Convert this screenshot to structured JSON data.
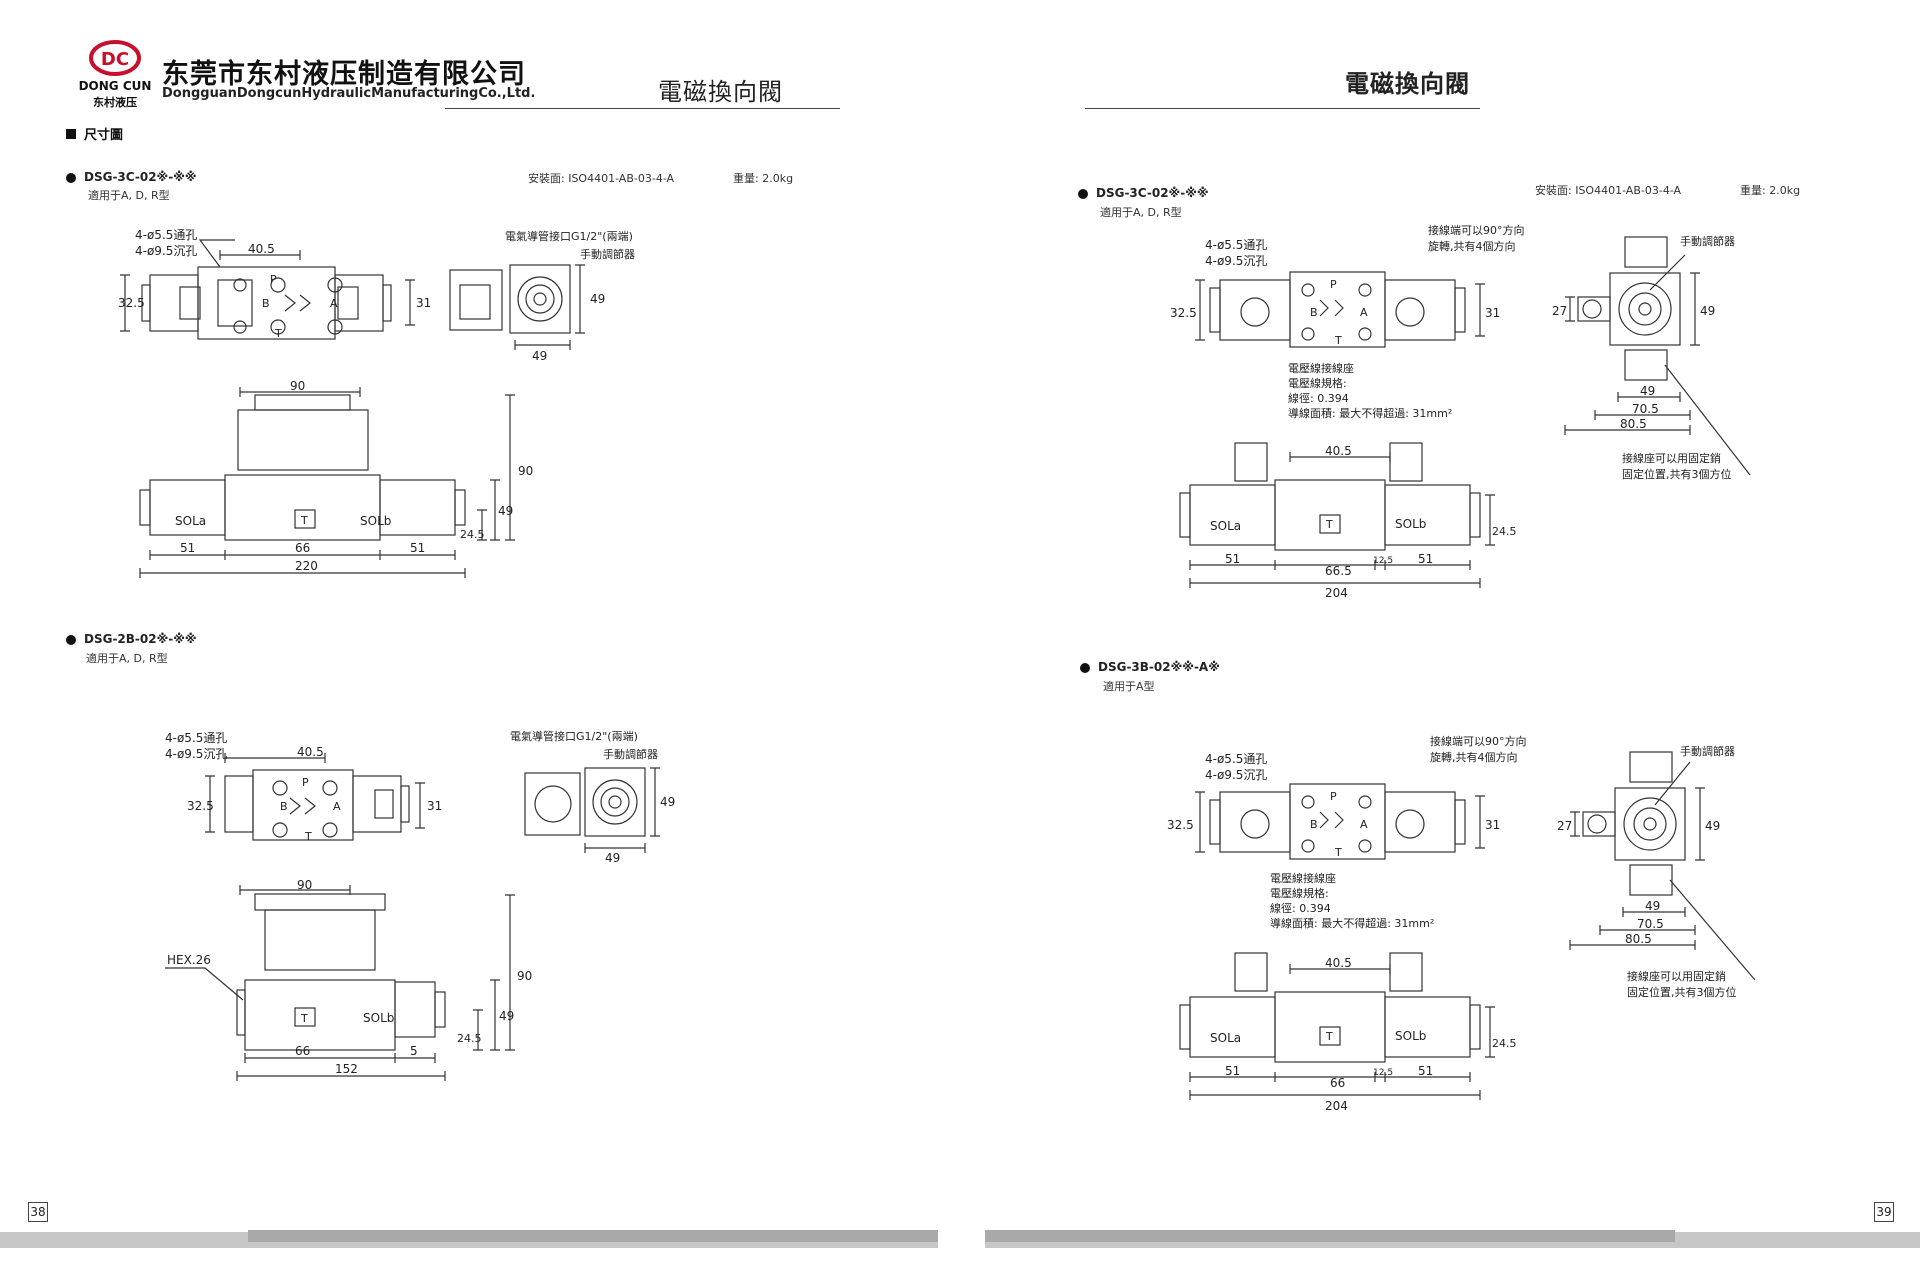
{
  "company": {
    "name_cn": "东莞市东村液压制造有限公司",
    "name_en": "DongguanDongcunHydraulicManufacturingCo.,Ltd.",
    "logo_letters": "DC",
    "logo_text": "DONG CUN",
    "logo_sub": "东村液压"
  },
  "left_page": {
    "title": "電磁換向閥",
    "section": "尺寸圖",
    "page_number": "38",
    "blocks": [
      {
        "model": "DSG-3C-02※-※※",
        "applies": "適用于A, D, R型",
        "mount": "安裝面: ISO4401-AB-03-4-A",
        "weight": "重量: 2.0kg",
        "top_labels": {
          "hole1": "4-ø5.5通孔",
          "hole2": "4-ø9.5沉孔",
          "pitch": "40.5",
          "h1": "32.5",
          "h2": "31",
          "conduit": "電氣導管接口G1/2\"(兩端)",
          "manual": "手動調節器",
          "side_w": "49",
          "side_h": "49",
          "p": "P",
          "b": "B",
          "a": "A",
          "t": "T"
        },
        "front_labels": {
          "top_w": "90",
          "total_h": "90",
          "h49": "49",
          "h245": "24.5",
          "sola": "SOLa",
          "solb": "SOLb",
          "t": "T",
          "d1": "51",
          "d2": "66",
          "d3": "51",
          "total": "220"
        }
      },
      {
        "model": "DSG-2B-02※-※※",
        "applies": "適用于A, D, R型",
        "top_labels": {
          "hole1": "4-ø5.5通孔",
          "hole2": "4-ø9.5沉孔",
          "pitch": "40.5",
          "h1": "32.5",
          "h2": "31",
          "conduit": "電氣導管接口G1/2\"(兩端)",
          "manual": "手動調節器",
          "side_w": "49",
          "side_h": "49",
          "p": "P",
          "b": "B",
          "a": "A",
          "t": "T"
        },
        "front_labels": {
          "top_w": "90",
          "hex": "HEX.26",
          "total_h": "90",
          "h49": "49",
          "h245": "24.5",
          "solb": "SOLb",
          "t": "T",
          "d1": "66",
          "d2": "5",
          "total": "152"
        }
      }
    ]
  },
  "right_page": {
    "title": "電磁換向閥",
    "page_number": "39",
    "blocks": [
      {
        "model": "DSG-3C-02※-※※",
        "applies": "適用于A, D, R型",
        "mount": "安裝面: ISO4401-AB-03-4-A",
        "weight": "重量: 2.0kg",
        "top_labels": {
          "hole1": "4-ø5.5通孔",
          "hole2": "4-ø9.5沉孔",
          "rot1": "接線端可以90°方向",
          "rot2": "旋轉,共有4個方向",
          "h1": "32.5",
          "h2": "31",
          "p": "P",
          "b": "B",
          "a": "A",
          "t": "T"
        },
        "side_labels": {
          "manual": "手動調節器",
          "h27": "27",
          "h49": "49",
          "w49": "49",
          "w705": "70.5",
          "w805": "80.5",
          "fix1": "接線座可以用固定銷",
          "fix2": "固定位置,共有3個方位"
        },
        "wire_labels": {
          "l1": "電壓線接線座",
          "l2": "電壓線規格:",
          "l3": "線徑: 0.394",
          "l4": "導線面積: 最大不得超過: 31mm²"
        },
        "front_labels": {
          "pitch": "40.5",
          "sola": "SOLa",
          "solb": "SOLb",
          "t": "T",
          "h245": "24.5",
          "d1": "51",
          "d2": "66.5",
          "d3": "12.5",
          "d4": "51",
          "total": "204"
        }
      },
      {
        "model": "DSG-3B-02※※-A※",
        "applies": "適用于A型",
        "top_labels": {
          "hole1": "4-ø5.5通孔",
          "hole2": "4-ø9.5沉孔",
          "rot1": "接線端可以90°方向",
          "rot2": "旋轉,共有4個方向",
          "h1": "32.5",
          "h2": "31",
          "p": "P",
          "b": "B",
          "a": "A",
          "t": "T"
        },
        "side_labels": {
          "manual": "手動調節器",
          "h27": "27",
          "h49": "49",
          "w49": "49",
          "w705": "70.5",
          "w805": "80.5",
          "fix1": "接線座可以用固定銷",
          "fix2": "固定位置,共有3個方位"
        },
        "wire_labels": {
          "l1": "電壓線接線座",
          "l2": "電壓線規格:",
          "l3": "線徑: 0.394",
          "l4": "導線面積: 最大不得超過: 31mm²"
        },
        "front_labels": {
          "pitch": "40.5",
          "sola": "SOLa",
          "solb": "SOLb",
          "t": "T",
          "h245": "24.5",
          "d1": "51",
          "d2": "66",
          "d3": "12.5",
          "d4": "51",
          "total": "204"
        }
      }
    ]
  }
}
